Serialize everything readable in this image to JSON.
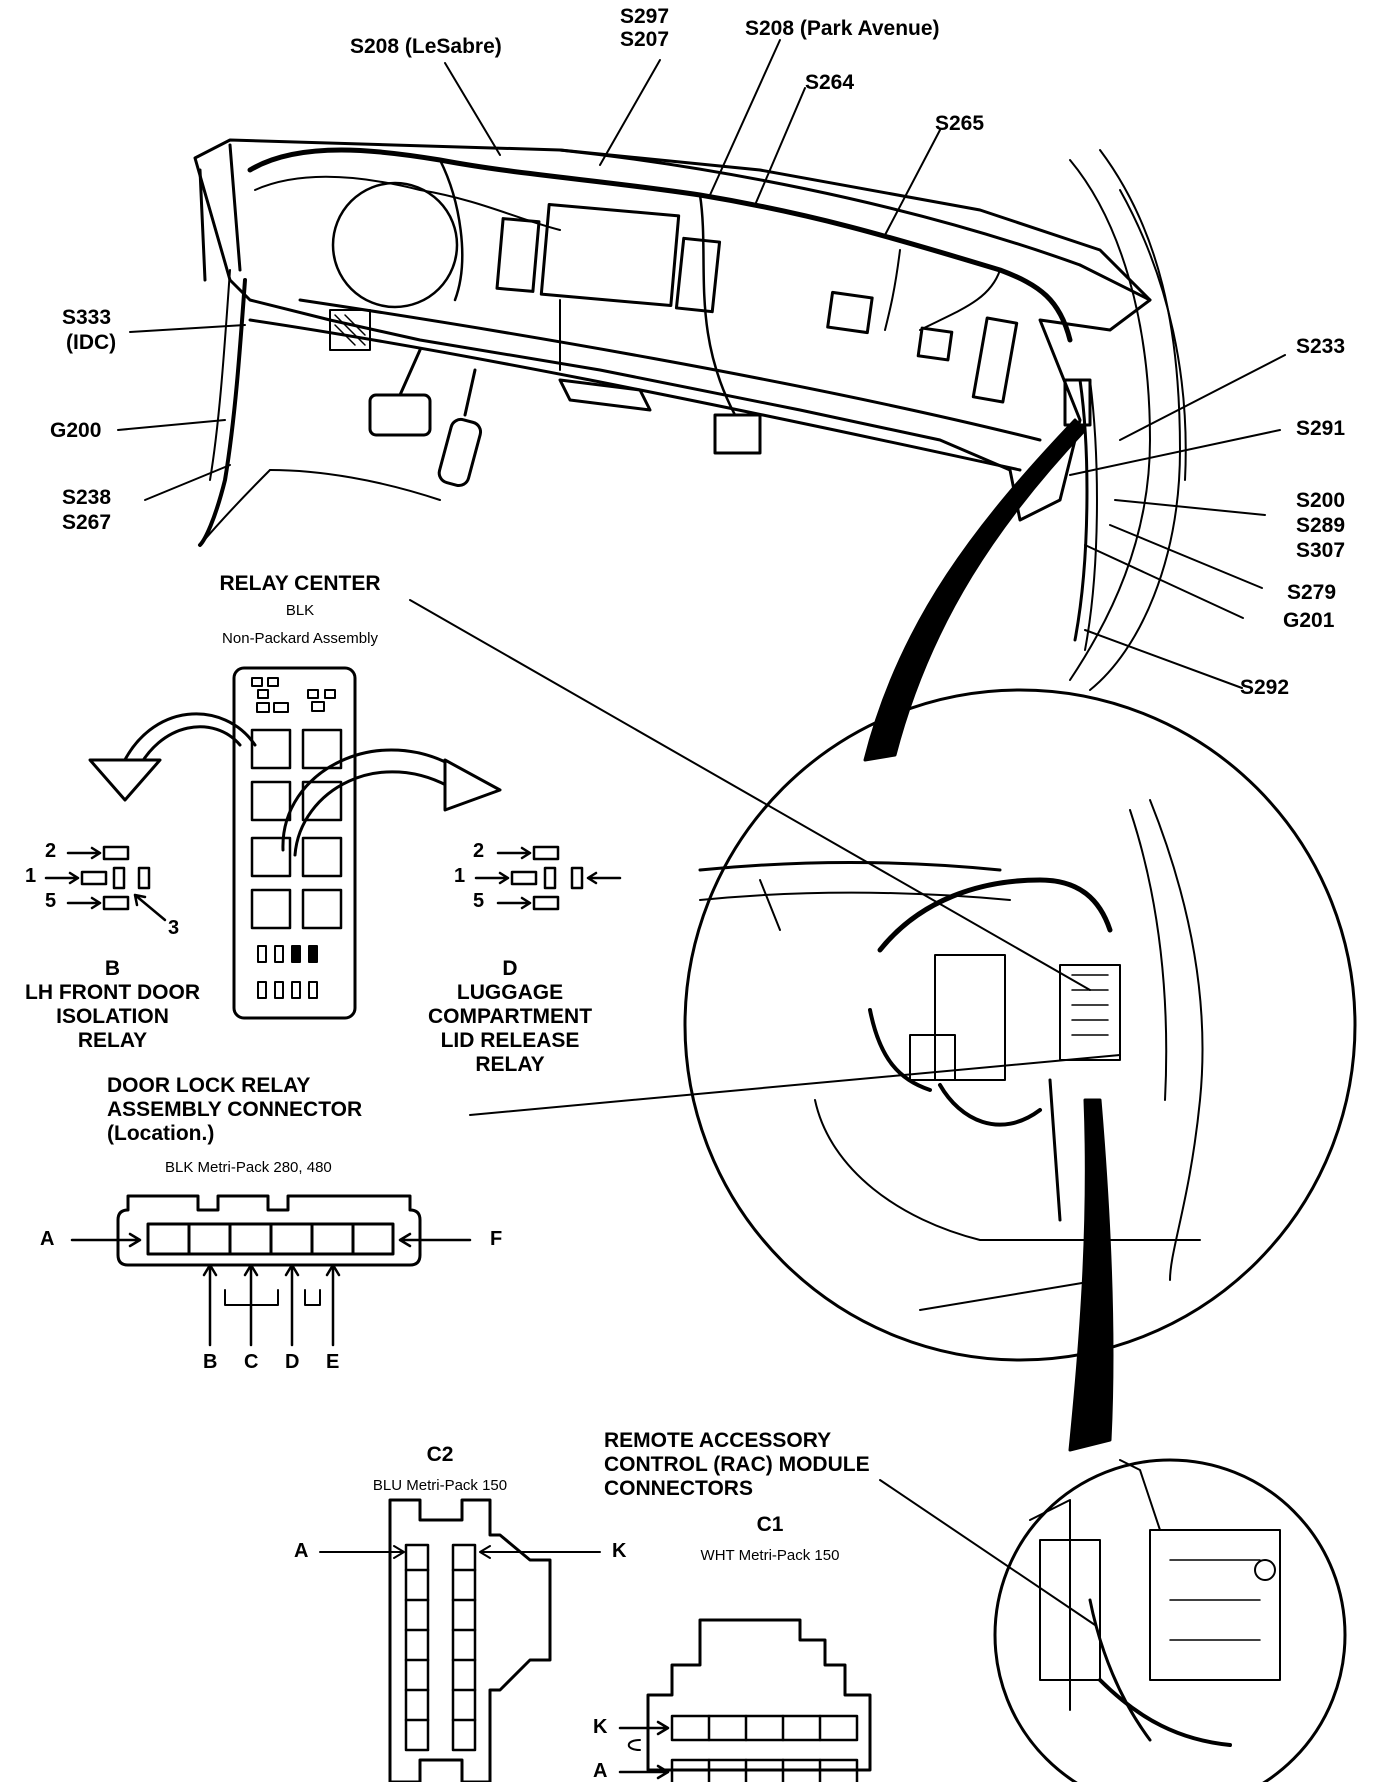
{
  "splice_labels": {
    "s208_lesabre": "S208 (LeSabre)",
    "s297": "S297",
    "s207": "S207",
    "s208_park_avenue": "S208 (Park Avenue)",
    "s264": "S264",
    "s265": "S265",
    "s333": "S333",
    "idc": "(IDC)",
    "g200": "G200",
    "s238": "S238",
    "s267": "S267",
    "s233": "S233",
    "s291": "S291",
    "s200": "S200",
    "s289": "S289",
    "s307": "S307",
    "s279": "S279",
    "g201": "G201",
    "s292": "S292"
  },
  "relay_center": {
    "title": "RELAY CENTER",
    "color": "BLK",
    "assembly": "Non-Packard Assembly"
  },
  "relay_b": {
    "letter": "B",
    "line1": "LH FRONT DOOR",
    "line2": "ISOLATION",
    "line3": "RELAY",
    "pins": [
      "2",
      "1",
      "5",
      "3"
    ]
  },
  "relay_d": {
    "letter": "D",
    "line1": "LUGGAGE",
    "line2": "COMPARTMENT",
    "line3": "LID RELEASE",
    "line4": "RELAY",
    "pins": [
      "2",
      "1",
      "5"
    ]
  },
  "door_lock": {
    "line1": "DOOR LOCK RELAY",
    "line2": "ASSEMBLY CONNECTOR",
    "line3": "(Location.)",
    "type": "BLK Metri-Pack 280, 480",
    "pins": [
      "A",
      "B",
      "C",
      "D",
      "E",
      "F"
    ]
  },
  "rac": {
    "line1": "REMOTE ACCESSORY",
    "line2": "CONTROL (RAC) MODULE",
    "line3": "CONNECTORS"
  },
  "c2": {
    "name": "C2",
    "type": "BLU Metri-Pack 150",
    "pins": [
      "A",
      "K"
    ]
  },
  "c1": {
    "name": "C1",
    "type": "WHT Metri-Pack 150",
    "pins": [
      "K",
      "A"
    ]
  }
}
